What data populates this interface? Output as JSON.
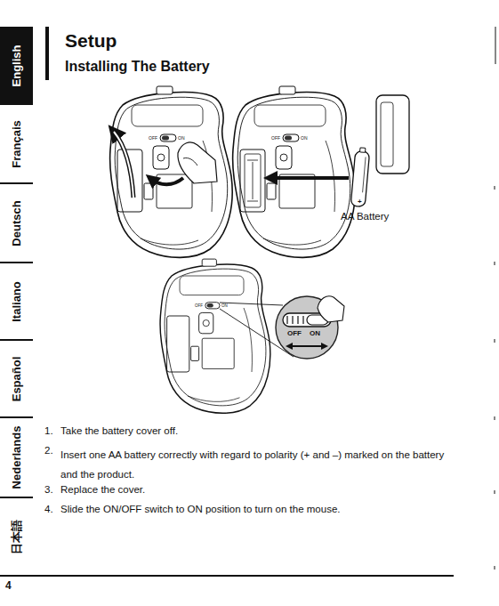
{
  "diagram": {
    "title": "Setup",
    "nodes": [
      {
        "text": [
          "English"
        ]
      },
      {
        "text": [
          "Français"
        ]
      },
      {
        "text": [
          "Deutsch"
        ]
      },
      {
        "text": [
          "Italiano"
        ]
      },
      {
        "text": [
          "Español"
        ]
      },
      {
        "text": [
          "Nederlands"
        ]
      },
      {
        "text": [
          "日本語"
        ]
      },
      {
        "text": [
          "OFF",
          "ON"
        ]
      }
    ],
    "labels": [
      "Installing The Battery",
      "OFF",
      "ON",
      "OFF",
      "ON",
      "+",
      "AA Battery",
      "OFF",
      "ON",
      "1.",
      "Take the battery cover off.",
      "2.",
      "Insert one AA battery correctly with regard to polarity (+ and –) marked on the battery and the product.",
      "3.",
      "Replace the cover.",
      "4.",
      "Slide the ON/OFF switch to ON position to turn on the mouse.",
      "4"
    ]
  }
}
